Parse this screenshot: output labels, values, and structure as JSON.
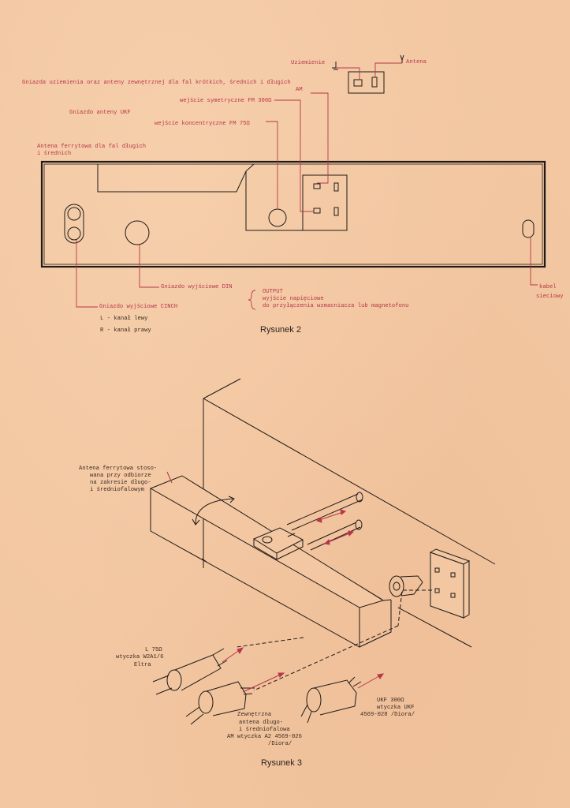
{
  "figure2": {
    "caption": "Rysunek 2",
    "labels": {
      "uziemienie": "Uziemienie",
      "antena": "Antena",
      "gniazda_1": "Gniazda uziemienia oraz anteny zewnętrznej dla fal krótkich, średnich i długich",
      "gniazda_am": "AM",
      "wejscie_sym": "wejście symetryczne FM 300Ω",
      "gniazdo_ukf": "Gniazdo anteny UKF",
      "wejscie_konc": "wejście koncentryczne FM 75Ω",
      "ferryt_1": "Antena ferrytowa dla fal długich",
      "ferryt_2": "i średnich",
      "din": "Gniazdo wyjściowe DIN",
      "output": "OUTPUT",
      "output_1": "wyjście napięciowe",
      "output_2": "do przyłączenia wzmacniacza lub magnetofonu",
      "cinch": "Gniazdo wyjściowe CINCH",
      "cinch_l": "L - kanał lewy",
      "cinch_r": "R - kanał prawy",
      "kabel_1": "kabel",
      "kabel_2": "sieciowy"
    }
  },
  "figure3": {
    "caption": "Rysunek 3",
    "labels": {
      "ferryt_1": "Antena ferrytowa stoso-",
      "ferryt_2": "wana przy odbiorze",
      "ferryt_3": "na zakresie długo-",
      "ferryt_4": "i średniofalowym",
      "w75_1": "L  75Ω",
      "w75_2": "wtyczka W2A1/6",
      "w75_3": "Eltra",
      "ext_1": "Zewnętrzna",
      "ext_2": "antena długo-",
      "ext_3": "i średniofalowa",
      "ext_4": "AM wtyczka A2 4569-026",
      "ext_5": "/Diora/",
      "ukf_1": "UKF 300Ω",
      "ukf_2": "wtyczka UKF",
      "ukf_3": "4569-028 /Diora/"
    }
  }
}
